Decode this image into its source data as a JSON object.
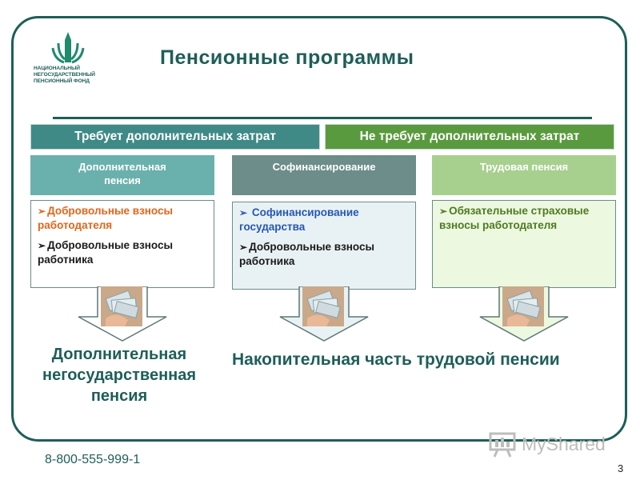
{
  "logo": {
    "lines": [
      "НАЦИОНАЛЬНЫЙ",
      "НЕГОСУДАРСТВЕННЫЙ",
      "ПЕНСИОННЫЙ ФОНД"
    ]
  },
  "title": "Пенсионные программы",
  "categories": {
    "left": "Требует дополнительных затрат",
    "right": "Не требует дополнительных затрат"
  },
  "columns": [
    {
      "heading_line1": "Дополнительная",
      "heading_line2": "пенсия",
      "items": [
        {
          "text": "Добровольные взносы работодателя",
          "color": "#e0661c"
        },
        {
          "text": "Добровольные взносы работника",
          "color": "#1a1a1a"
        }
      ]
    },
    {
      "heading_line1": "Софинансирование",
      "heading_line2": "",
      "items": [
        {
          "text": "Софинансирование государства",
          "color": "#2557b5"
        },
        {
          "text": "Добровольные взносы работника",
          "color": "#1a1a1a"
        }
      ]
    },
    {
      "heading_line1": "Трудовая пенсия",
      "heading_line2": "",
      "items": [
        {
          "text": "Обязательные страховые взносы работодателя",
          "color": "#4f7a22"
        }
      ]
    }
  ],
  "outcomes": {
    "left_line1": "Дополнительная",
    "left_line2": "негосударственная",
    "left_line3": "пенсия",
    "right": "Накопительная часть трудовой пенсии"
  },
  "phone": "8-800-555-999-1",
  "page_number": "3",
  "watermark": "MyShared",
  "icons": [
    "npf-logo-icon",
    "bullet-arrow-icon",
    "money-hand-icon",
    "down-arrow-icon",
    "presentation-board-icon"
  ],
  "colors": {
    "accent": "#1e5e58",
    "cat_left": "#3f8a86",
    "cat_right": "#5a9a3e"
  }
}
